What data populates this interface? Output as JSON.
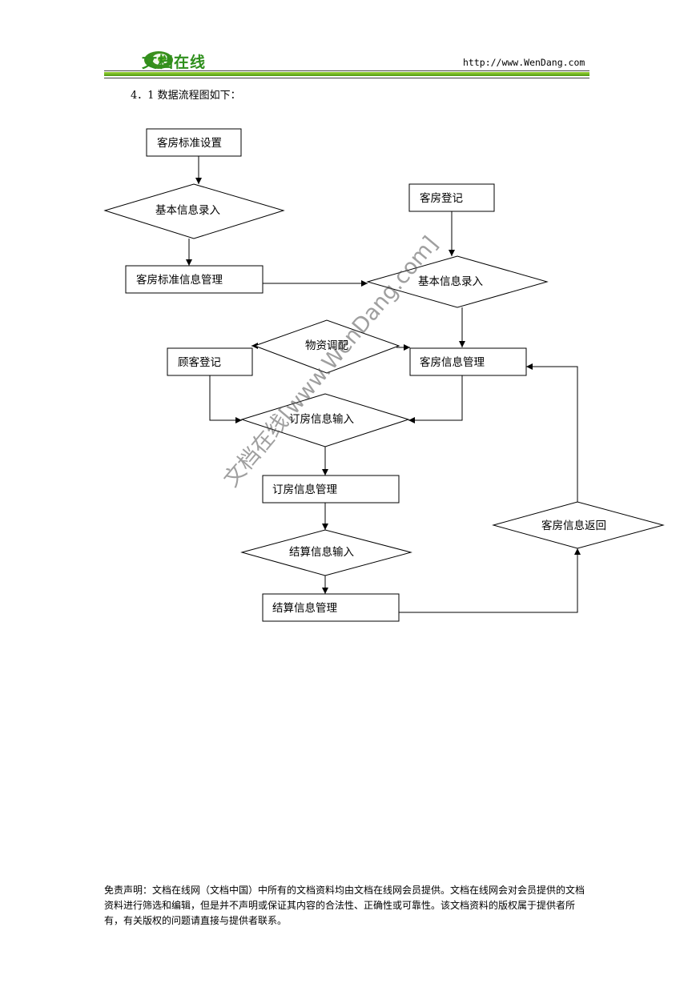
{
  "header": {
    "logo_text": "文档在线",
    "url": "http://www.WenDang.com"
  },
  "section_heading": "4．1 数据流程图如下：",
  "flowchart": {
    "nodes": {
      "room_standard_setup": "客房标准设置",
      "basic_info_entry_1": "基本信息录入",
      "room_standard_info_mgmt": "客房标准信息管理",
      "room_registration": "客房登记",
      "basic_info_entry_2": "基本信息录入",
      "material_allocation": "物资调配",
      "customer_registration": "顾客登记",
      "room_info_mgmt": "客房信息管理",
      "booking_info_input": "订房信息输入",
      "booking_info_mgmt": "订房信息管理",
      "settlement_info_input": "结算信息输入",
      "settlement_info_mgmt": "结算信息管理",
      "room_info_return": "客房信息返回"
    }
  },
  "watermark": "文档在线[www.WenDang.com]",
  "disclaimer": "免责声明：文档在线网（文档中国）中所有的文档资料均由文档在线网会员提供。文档在线网会对会员提供的文档资料进行筛选和编辑，但是并不声明或保证其内容的合法性、正确性或可靠性。该文档资料的版权属于提供者所有，有关版权的问题请直接与提供者联系。"
}
